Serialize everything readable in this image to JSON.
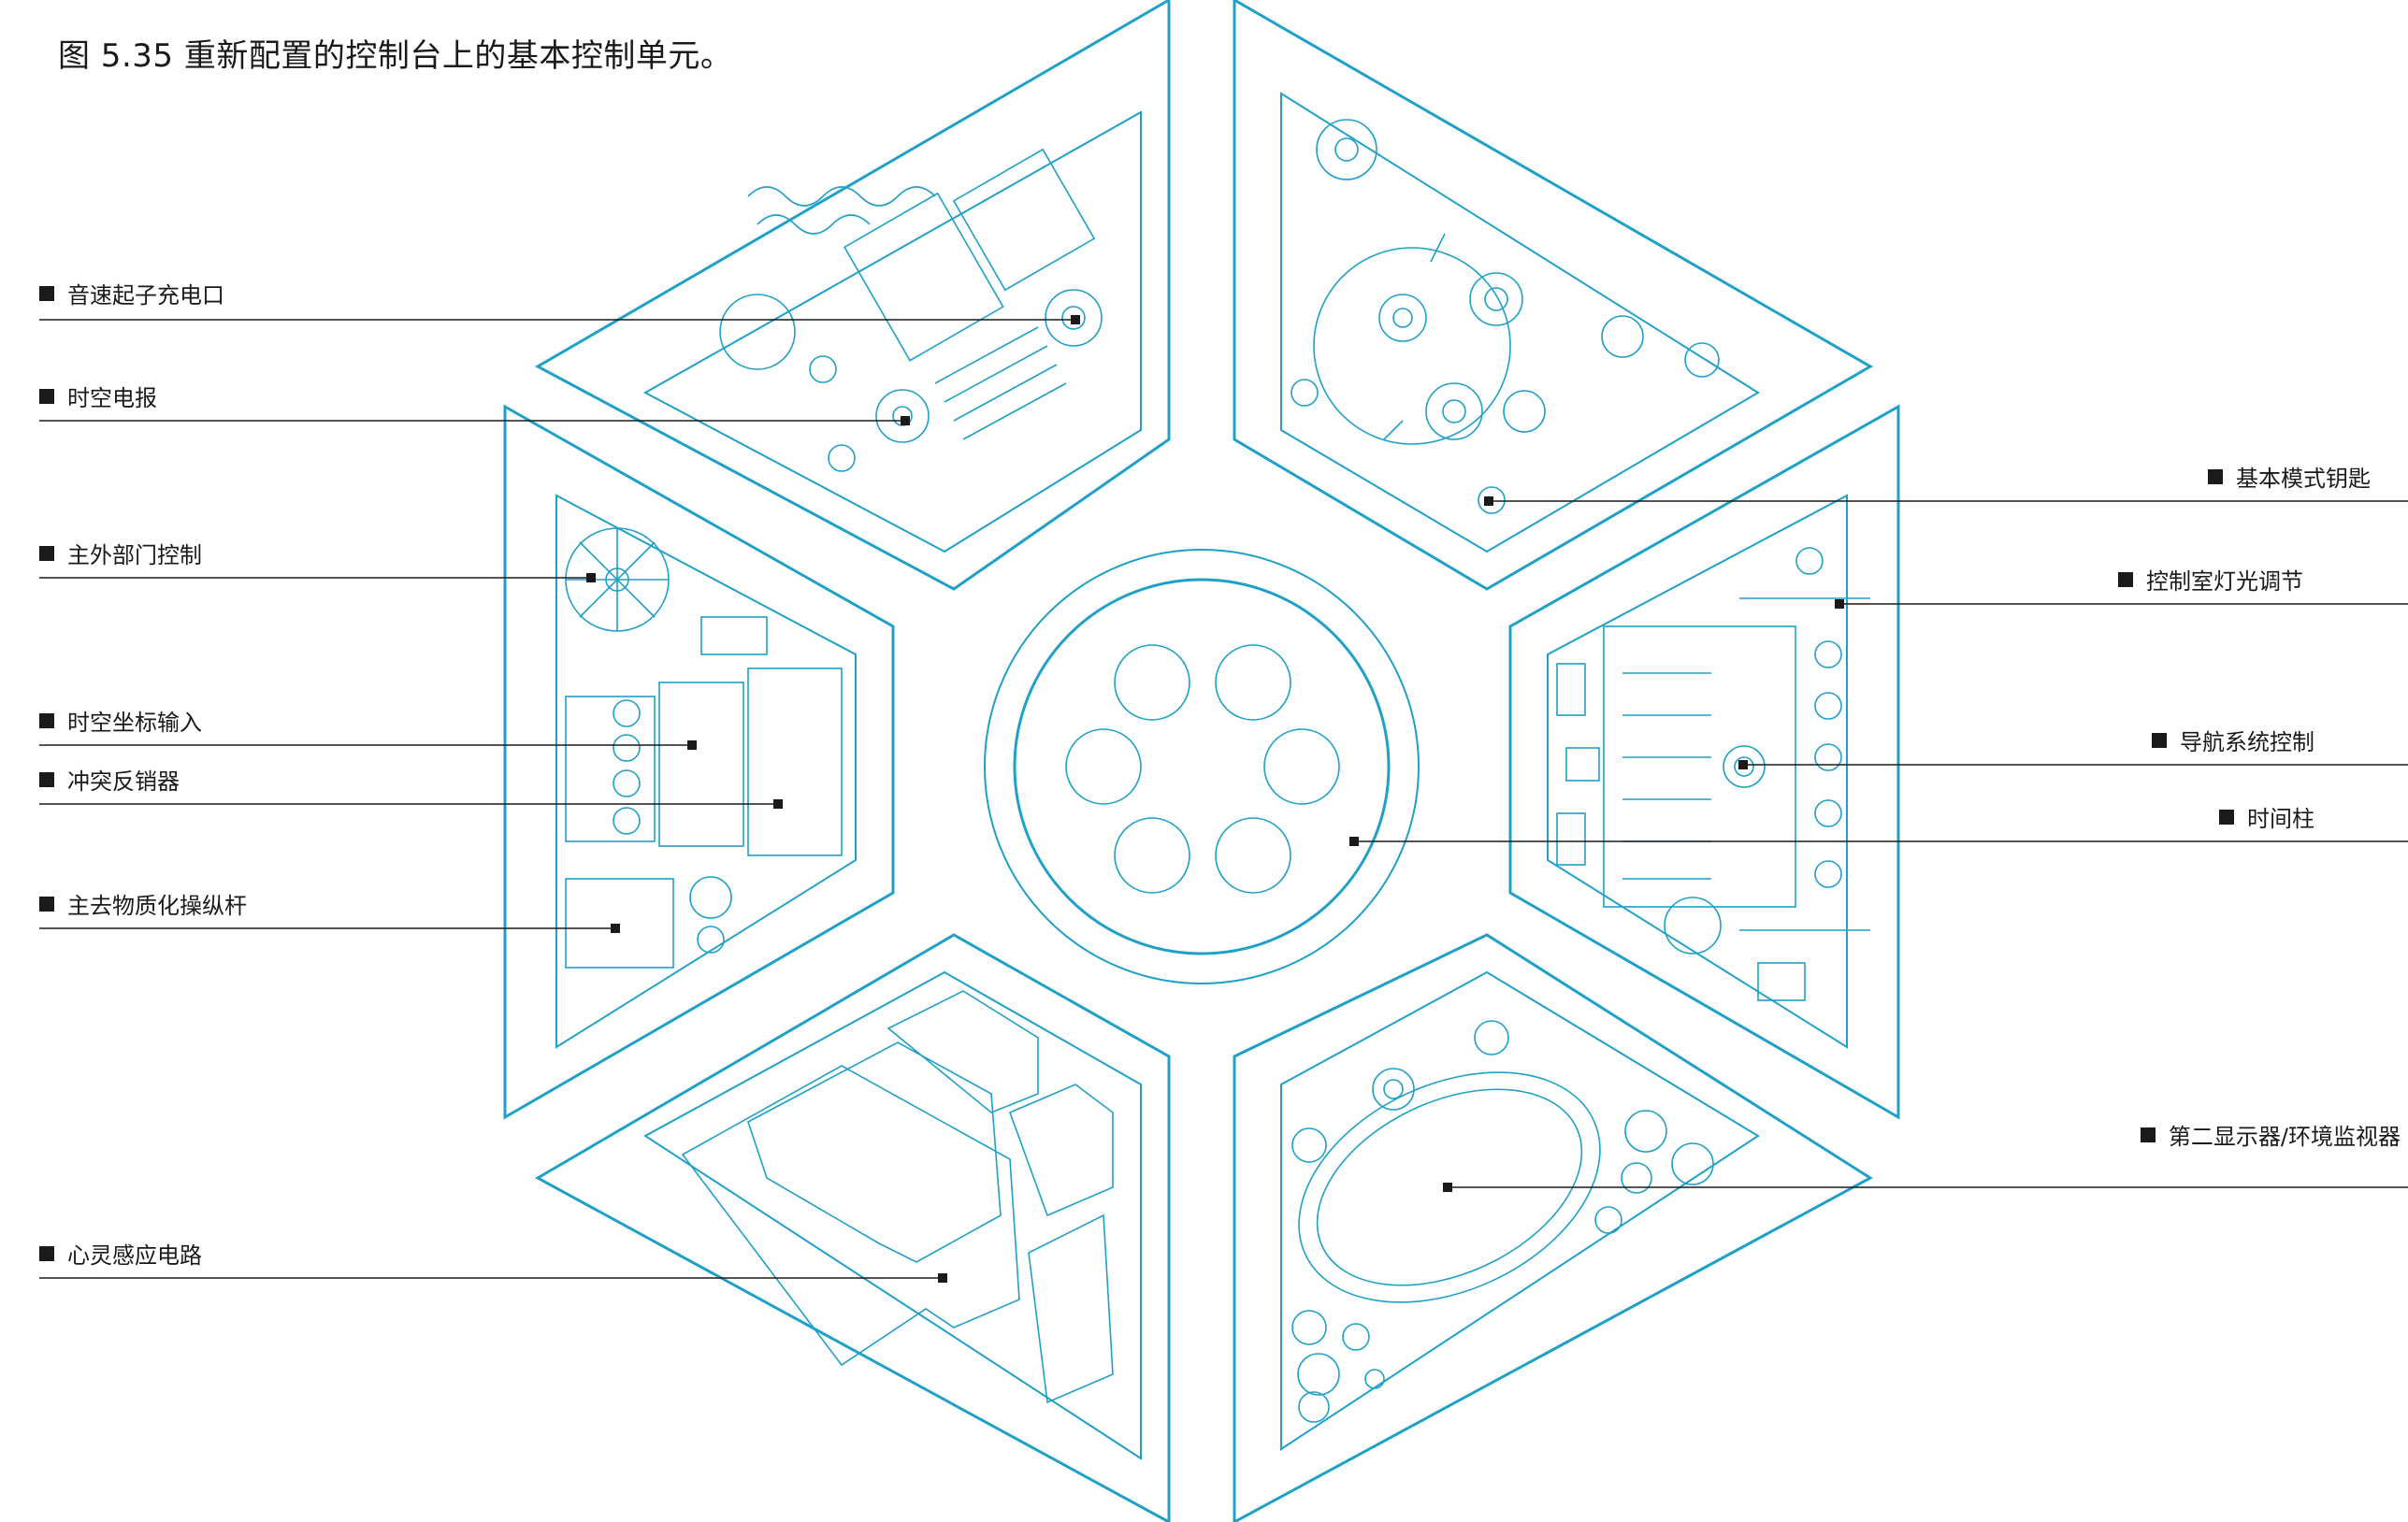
{
  "caption": "图 5.35 重新配置的控制台上的基本控制单元。",
  "left_labels": [
    {
      "text": "音速起子充电口"
    },
    {
      "text": "时空电报"
    },
    {
      "text": "主外部门控制"
    },
    {
      "text": "时空坐标输入"
    },
    {
      "text": "冲突反销器"
    },
    {
      "text": "主去物质化操纵杆"
    },
    {
      "text": "心灵感应电路"
    }
  ],
  "right_labels": [
    {
      "text": "基本模式钥匙"
    },
    {
      "text": "控制室灯光调节"
    },
    {
      "text": "导航系统控制"
    },
    {
      "text": "时间柱"
    },
    {
      "text": "第二显示器/环境监视器"
    }
  ],
  "colors": {
    "line": "#1fa0c8",
    "text": "#1a1a1a",
    "background": "#ffffff"
  }
}
